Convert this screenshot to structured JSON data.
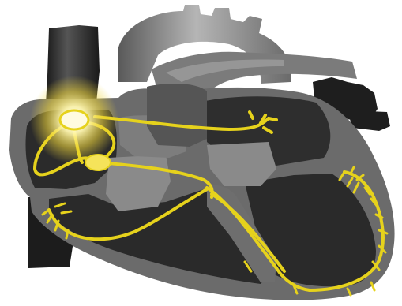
{
  "figure": {
    "subject": "heart-conduction-system",
    "colors": {
      "background": "#ffffff",
      "vessel_dark": "#1c1c1c",
      "muscle_gray": "#6e6e6e",
      "muscle_light": "#9a9a9a",
      "highlight": "#c4c4c4",
      "chamber_dark": "#2d2d2d",
      "conduction_yellow": "#e6d21c",
      "node_glow": "#fff3a0"
    },
    "icons": [
      "heart-illustration",
      "sa-node-glow",
      "av-node",
      "conduction-pathway"
    ]
  }
}
